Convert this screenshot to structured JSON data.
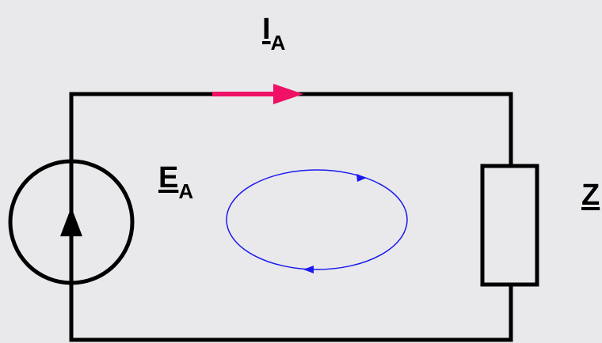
{
  "labels": {
    "current": {
      "main": "I",
      "sub": "A"
    },
    "source": {
      "main": "E",
      "sub": "A"
    },
    "impedance": {
      "main": "Z",
      "sub": ""
    }
  },
  "colors": {
    "background": "#e9e9eb",
    "wire": "#000000",
    "current_arrow": "#ee1166",
    "loop": "#1a1aee"
  }
}
